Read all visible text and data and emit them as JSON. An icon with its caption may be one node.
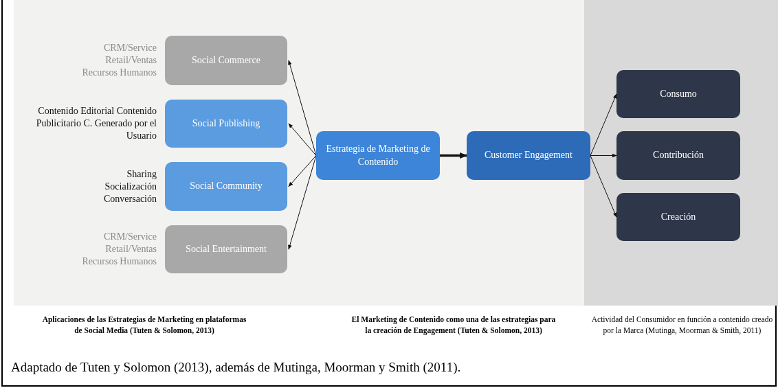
{
  "diagram": {
    "caption": "Adaptado de Tuten y Solomon (2013), además de Mutinga, Moorman y Smith (2011).",
    "nodes": [
      {
        "text": [
          "Social Commerce"
        ],
        "beside": [
          "CRM/Service Retail/Ventas Recursos Humanos"
        ]
      },
      {
        "text": [
          "Social Publishing"
        ],
        "beside": [
          "Contenido Editorial Contenido Publicitario C. Generado por el Usuario"
        ]
      },
      {
        "text": [
          "Social Community"
        ],
        "beside": [
          "Sharing Socialización Conversación"
        ]
      },
      {
        "text": [
          "Social Entertainment"
        ],
        "beside": [
          "CRM/Service Retail/Ventas Recursos Humanos"
        ]
      },
      {
        "text": [
          "Estrategia de Marketing de Contenido"
        ]
      },
      {
        "text": [
          "Customer Engagement"
        ]
      },
      {
        "text": [
          "Consumo"
        ]
      },
      {
        "text": [
          "Contribución"
        ]
      },
      {
        "text": [
          "Creación"
        ]
      }
    ],
    "edges": [
      {
        "from": 4,
        "to": 0,
        "arrow": "to"
      },
      {
        "from": 4,
        "to": 1,
        "arrow": "to"
      },
      {
        "from": 4,
        "to": 2,
        "arrow": "to"
      },
      {
        "from": 4,
        "to": 3,
        "arrow": "to"
      },
      {
        "from": 4,
        "to": 5,
        "arrow": "to",
        "style": "thick"
      },
      {
        "from": 5,
        "to": 6,
        "arrow": "to"
      },
      {
        "from": 5,
        "to": 7,
        "arrow": "to"
      },
      {
        "from": 5,
        "to": 8,
        "arrow": "to"
      }
    ],
    "labels": [
      "Aplicaciones de las Estrategias de Marketing en plataformas de Social Media (Tuten & Solomon, 2013)",
      "El Marketing de Contenido como una de las estrategias para la creación de Engagement (Tuten & Solomon, 2013)",
      "Actividad del Consumidor en función a contenido creado por la Marca (Mutinga, Moorman & Smith, 2011)"
    ]
  }
}
